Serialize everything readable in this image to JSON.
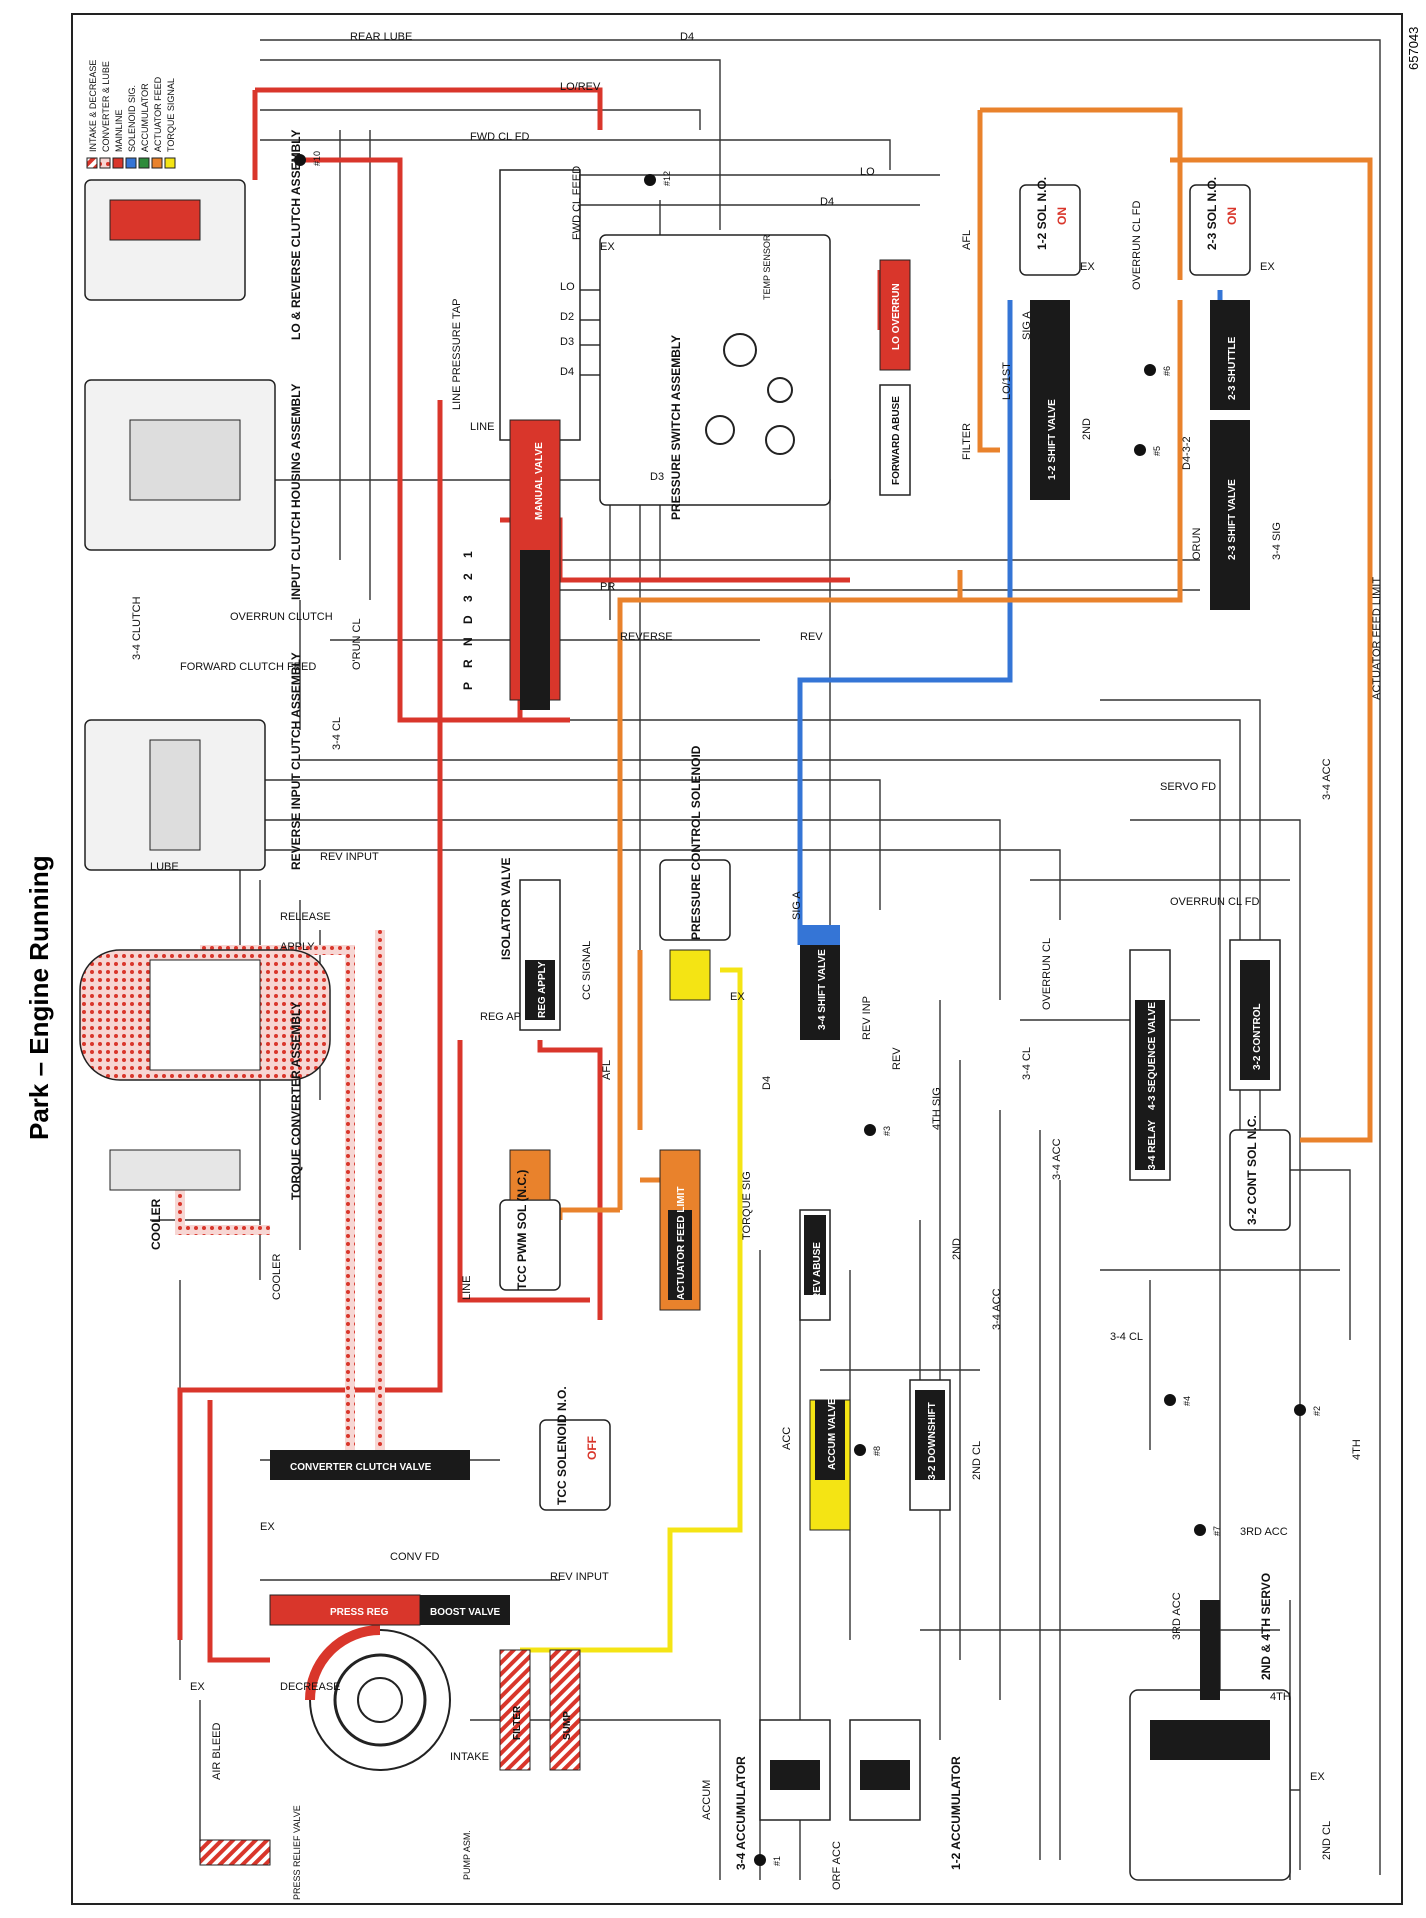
{
  "page": {
    "title": "Park – Engine Running",
    "figure_number": "657043"
  },
  "colors": {
    "intake": "#d9362b",
    "converter": "#d9362b",
    "mainline": "#d9362b",
    "solenoid_signal": "#3575d6",
    "accumulator": "#2e8b3b",
    "actuator_feed": "#e9822c",
    "torque_signal": "#f4e414",
    "neutral": "#222222"
  },
  "legend": [
    {
      "label": "INTAKE & DECREASE",
      "color_key": "intake",
      "pattern": "hatch"
    },
    {
      "label": "CONVERTER & LUBE",
      "color_key": "converter",
      "pattern": "dots"
    },
    {
      "label": "MAINLINE",
      "color_key": "mainline",
      "pattern": "solid"
    },
    {
      "label": "SOLENOID SIG.",
      "color_key": "solenoid_signal",
      "pattern": "solid"
    },
    {
      "label": "ACCUMULATOR",
      "color_key": "accumulator",
      "pattern": "solid"
    },
    {
      "label": "ACTUATOR FEED",
      "color_key": "actuator_feed",
      "pattern": "solid"
    },
    {
      "label": "TORQUE SIGNAL",
      "color_key": "torque_signal",
      "pattern": "solid"
    }
  ],
  "assemblies": {
    "lo_reverse": "LO & REVERSE CLUTCH ASSEMBLY",
    "input_clutch": "INPUT CLUTCH HOUSING ASSEMBLY",
    "reverse_input": "REVERSE INPUT CLUTCH ASSEMBLY",
    "torque_converter": "TORQUE CONVERTER ASSEMBLY",
    "cooler": "COOLER",
    "pump": "PUMP ASM.",
    "filter": "FILTER",
    "sump": "SUMP",
    "servo": "2ND & 4TH SERVO",
    "acc_34": "3-4 ACCUMULATOR",
    "acc_12": "1-2 ACCUMULATOR",
    "pressure_switch": "PRESSURE SWITCH ASSEMBLY",
    "pressure_control": "PRESSURE CONTROL SOLENOID",
    "sol_12": "1-2 SOL N.O.",
    "sol_23": "2-3 SOL N.O.",
    "sol_32": "3-2 CONT SOL N.C.",
    "tcc_pwm": "TCC PWM SOL (N.C.)",
    "tcc_sol": "TCC SOLENOID N.O."
  },
  "states": {
    "sol_12": "ON",
    "sol_23": "ON",
    "tcc_sol": "OFF"
  },
  "valves": {
    "manual": "MANUAL VALVE",
    "shift_12": "1-2 SHIFT VALVE",
    "shift_23": "2-3 SHIFT VALVE",
    "shuttle_23": "2-3 SHUTTLE",
    "shift_34": "3-4 SHIFT VALVE",
    "sequence_43": "4-3 SEQUENCE VALVE",
    "relay_34": "3-4 RELAY",
    "control_32": "3-2 CONTROL",
    "downshift_32": "3-2 DOWNSHIFT",
    "lo_overrun": "LO OVERRUN",
    "forward_abuse": "FORWARD ABUSE",
    "rev_abuse": "REV ABUSE",
    "isolator": "ISOLATOR VALVE",
    "reg_apply": "REG APPLY",
    "actuator_feed_limit": "ACTUATOR FEED LIMIT",
    "converter_clutch": "CONVERTER CLUTCH VALVE",
    "press_reg": "PRESS REG",
    "boost": "BOOST VALVE",
    "accum_valve": "ACCUM VALVE"
  },
  "gear_selector": [
    "P",
    "R",
    "N",
    "D",
    "3",
    "2",
    "1"
  ],
  "line_labels": {
    "rear_lube": "REAR LUBE",
    "d4": "D4",
    "lo_rev": "LO/REV",
    "fwd_cl_fd": "FWD CL FD",
    "fwd_cl_feed": "FWD CL FEED",
    "lo": "LO",
    "d2": "D2",
    "d3": "D3",
    "pr": "PR",
    "line": "LINE",
    "line_pressure_tap": "LINE PRESSURE TAP",
    "overrun_clutch": "OVERRUN CLUTCH",
    "forward_clutch_feed": "FORWARD CLUTCH FEED",
    "clutch_34": "3-4 CLUTCH",
    "orun_cl": "O'RUN CL",
    "cl_34": "3-4 CL",
    "reverse": "REVERSE",
    "rev": "REV",
    "rev_input": "REV INPUT",
    "afl": "AFL",
    "sig_a": "SIG A",
    "lo_1st": "LO/1ST",
    "2nd": "2ND",
    "filter": "FILTER",
    "overrun_cl_fd": "OVERRUN CL FD",
    "d432": "D4-3-2",
    "orun": "ORUN",
    "sig_34": "3-4 SIG",
    "actuator_feed_limit": "ACTUATOR FEED LIMIT",
    "acc_34": "3-4 ACC",
    "servo_fd": "SERVO FD",
    "overrun_cl": "OVERRUN CL",
    "lube": "LUBE",
    "release": "RELEASE",
    "apply": "APPLY",
    "cc_signal": "CC SIGNAL",
    "reg_ap": "REG AP",
    "torque_sig": "TORQUE SIG",
    "cooler": "COOLER",
    "rev_inp": "REV INP",
    "4th_sig": "4TH SIG",
    "4th": "4TH",
    "3rd_acc": "3RD ACC",
    "2nd_cl": "2ND CL",
    "conv_fd": "CONV FD",
    "decrease": "DECREASE",
    "intake": "INTAKE",
    "air_bleed": "AIR BLEED",
    "press_relief_valve": "PRESS RELIEF VALVE",
    "accum": "ACCUM",
    "orf_acc": "ORF ACC",
    "acc": "ACC",
    "ex": "EX",
    "temp_sensor": "TEMP SENSOR",
    "acc_3rd": "3RD ACC"
  },
  "checkballs": [
    "#1",
    "#2",
    "#3",
    "#4",
    "#5",
    "#6",
    "#7",
    "#8",
    "#10",
    "#12"
  ]
}
